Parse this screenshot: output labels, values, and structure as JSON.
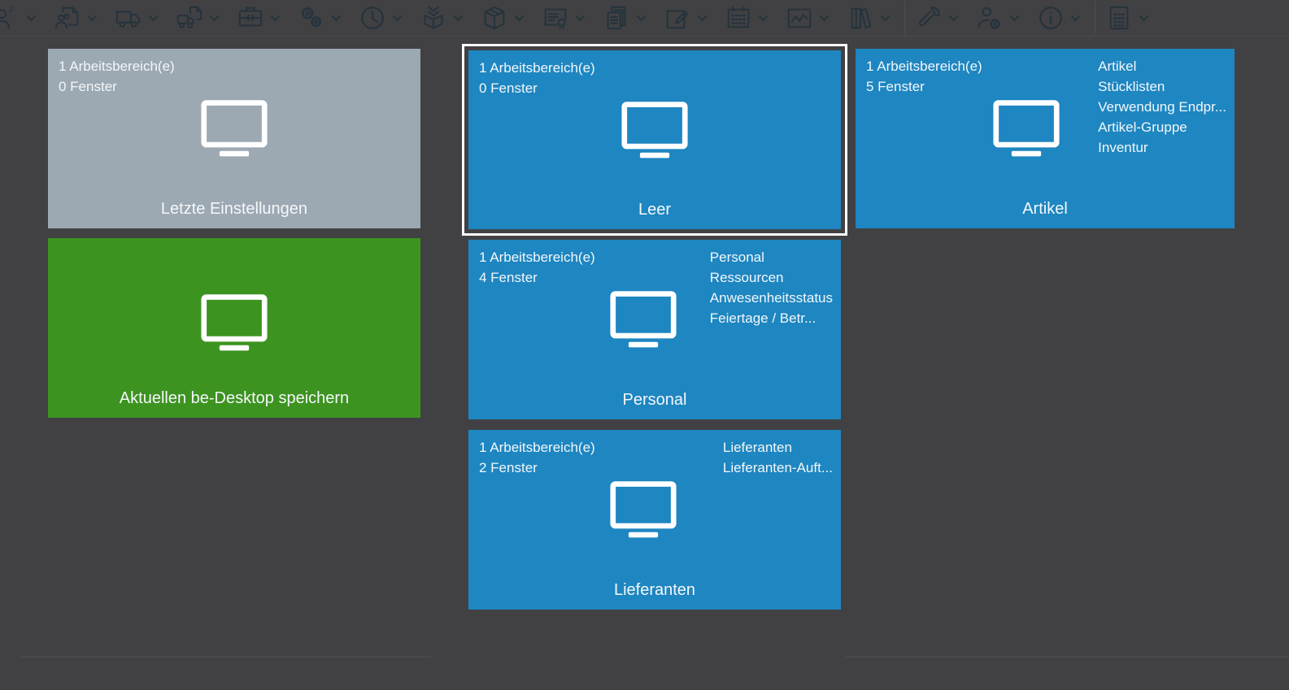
{
  "app": {
    "background_color": "#414144",
    "toolbar_icon_color": "#26333C",
    "selection_border_color": "#FFFFFF"
  },
  "toolbar": {
    "items": [
      "contacts-icon",
      "personnel-document-icon",
      "truck-icon",
      "truck-document-icon",
      "briefcase-transfer-icon",
      "gears-icon",
      "clock-icon",
      "goods-receipt-box-icon",
      "cube-icon",
      "certificate-document-icon",
      "copy-documents-icon",
      "edit-icon",
      "calendar-icon",
      "line-chart-icon",
      "books-icon",
      "wrench-icon",
      "user-settings-icon",
      "info-icon",
      "calculator-icon"
    ]
  },
  "tiles": [
    {
      "title": "Letzte Einstellungen",
      "color": "#9CA8B2",
      "info": [
        "1 Arbeitsbereich(e)",
        "0 Fenster"
      ],
      "windows": [],
      "selected": false
    },
    {
      "title": "Leer",
      "color": "#1E86C1",
      "info": [
        "1 Arbeitsbereich(e)",
        "0 Fenster"
      ],
      "windows": [],
      "selected": true
    },
    {
      "title": "Artikel",
      "color": "#1E86C1",
      "info": [
        "1 Arbeitsbereich(e)",
        "5 Fenster"
      ],
      "windows": [
        "Artikel",
        "Stücklisten",
        "Verwendung Endpr...",
        "Artikel-Gruppe",
        "Inventur"
      ],
      "selected": false
    },
    {
      "title": "Aktuellen be-Desktop speichern",
      "color": "#3D9320",
      "info": [],
      "windows": [],
      "selected": false
    },
    {
      "title": "Personal",
      "color": "#1E86C1",
      "info": [
        "1 Arbeitsbereich(e)",
        "4 Fenster"
      ],
      "windows": [
        "Personal",
        "Ressourcen",
        "Anwesenheitsstatus",
        "Feiertage / Betr..."
      ],
      "selected": false
    },
    {
      "title": "Lieferanten",
      "color": "#1E86C1",
      "info": [
        "1 Arbeitsbereich(e)",
        "2 Fenster"
      ],
      "windows": [
        "Lieferanten",
        "Lieferanten-Auft..."
      ],
      "selected": false
    }
  ]
}
